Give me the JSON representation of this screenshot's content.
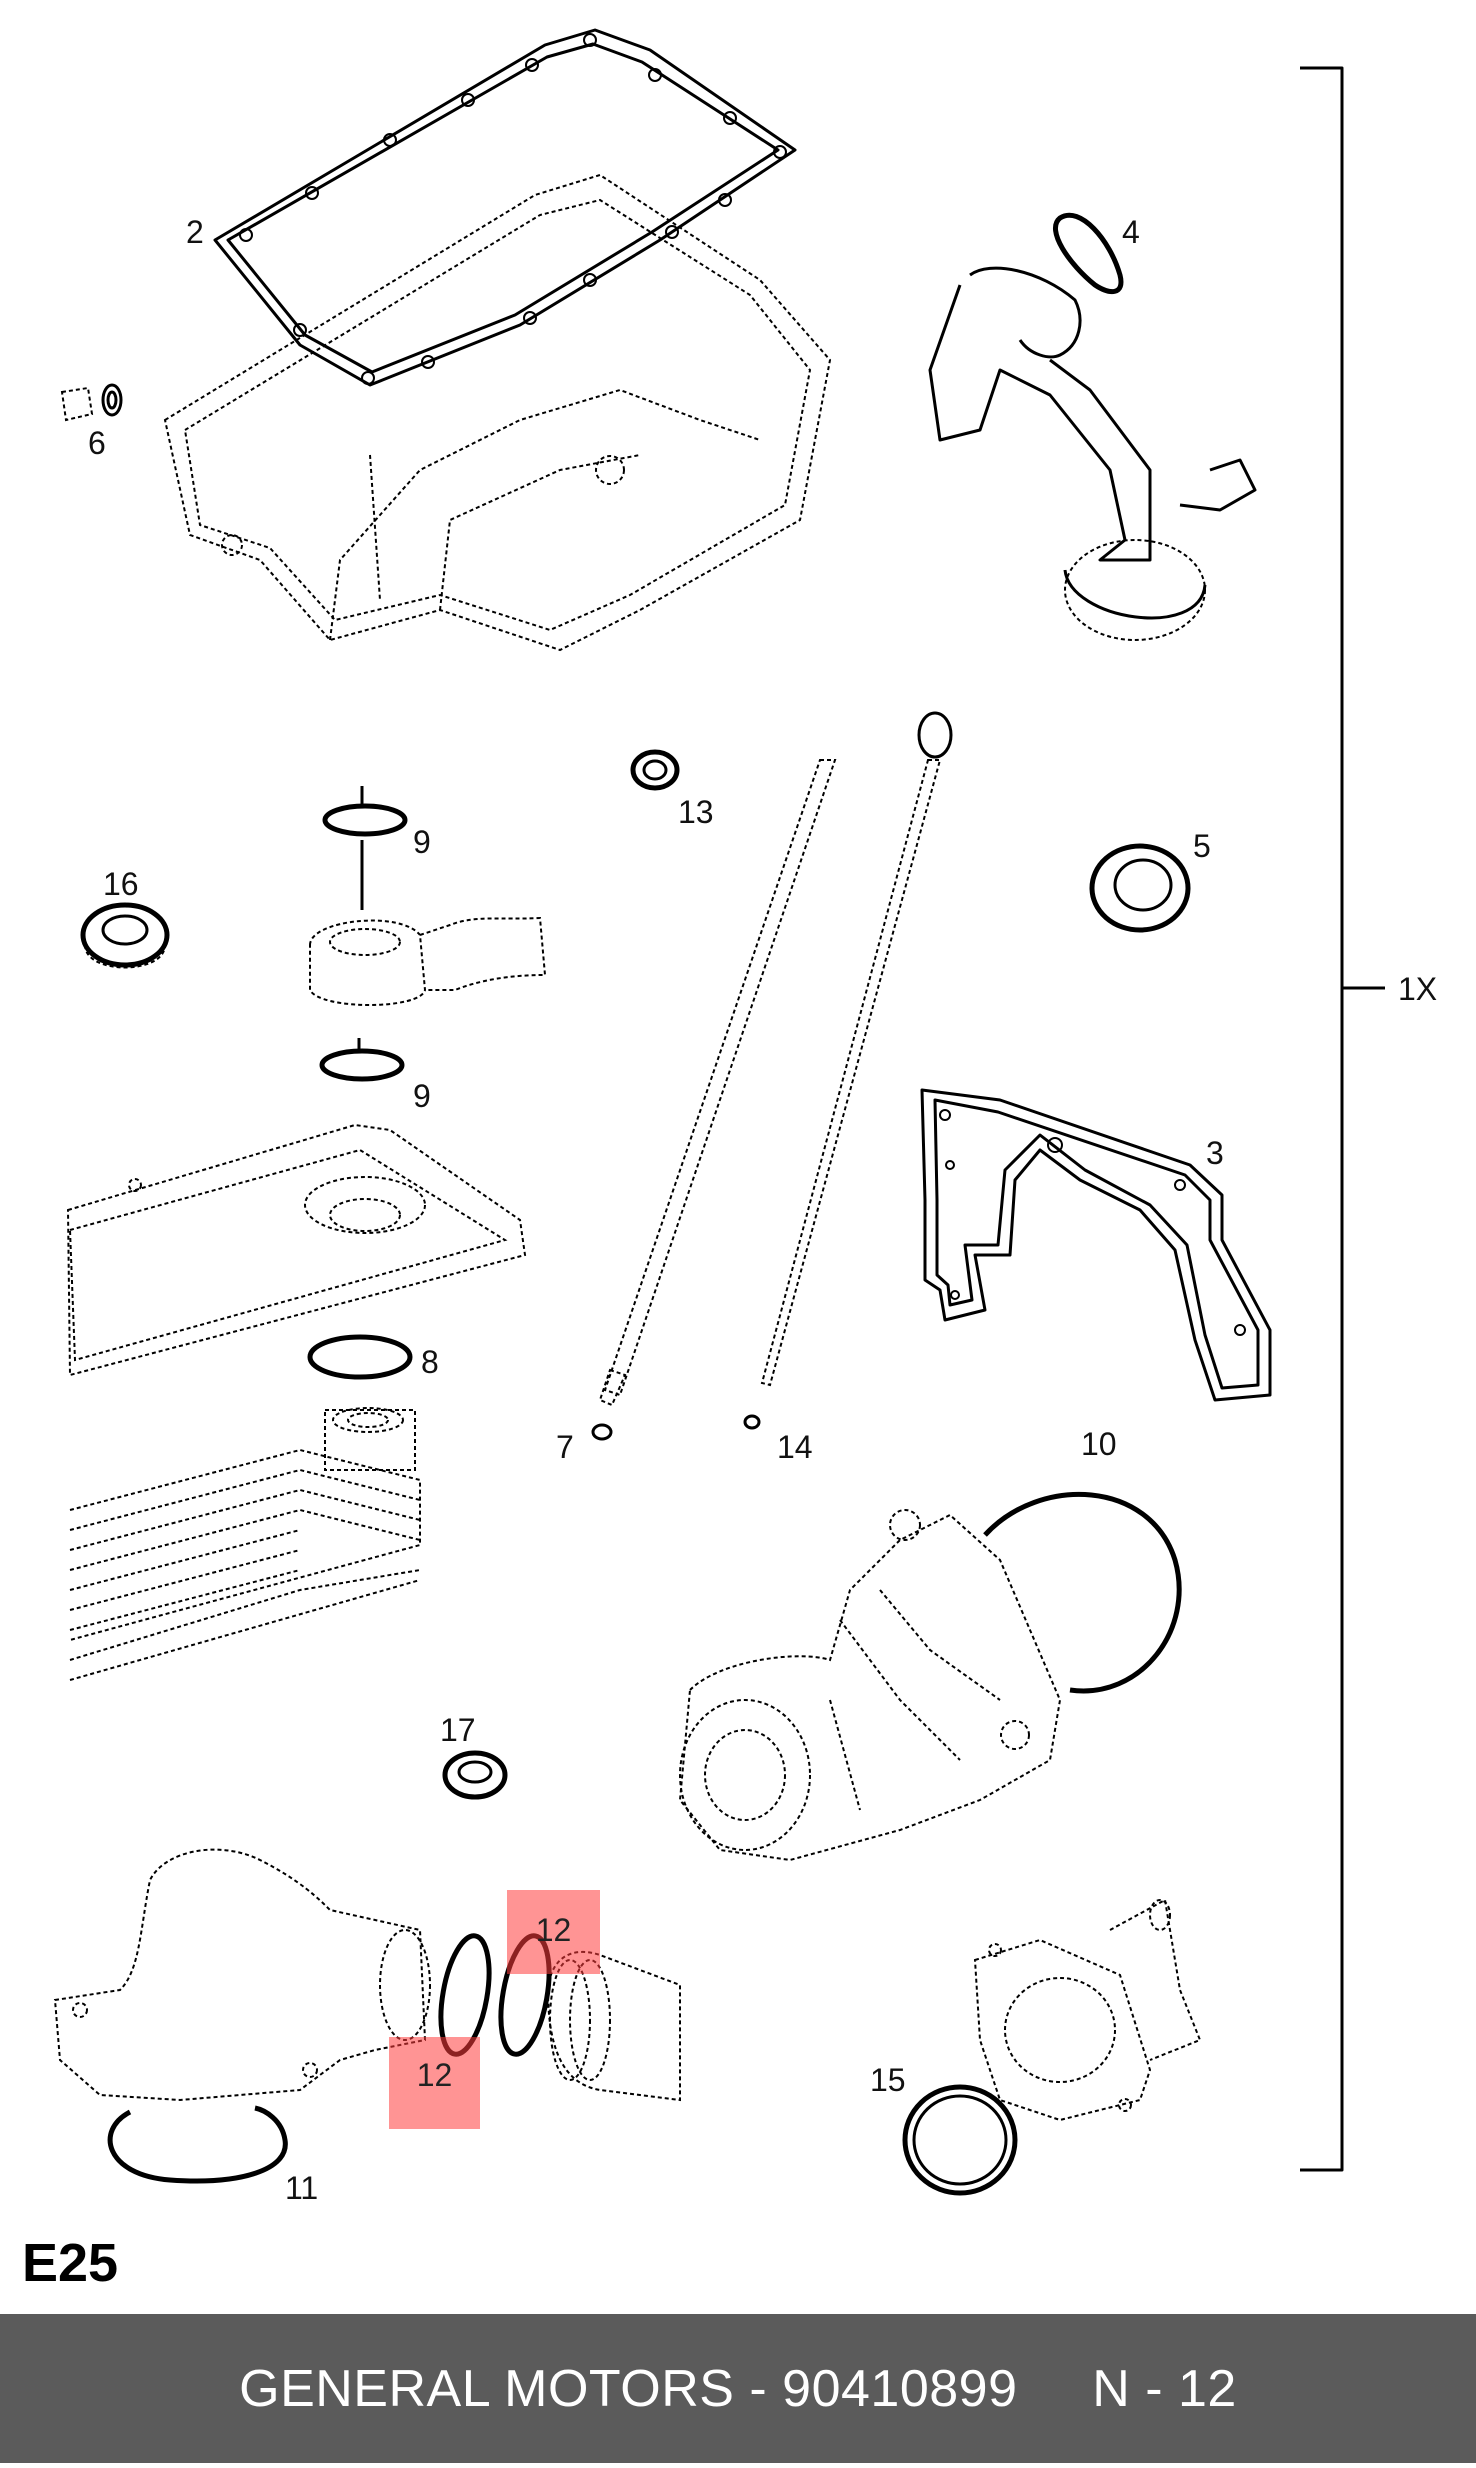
{
  "diagram": {
    "code": "E25",
    "kit_label": "1X",
    "callouts": {
      "p2": "2",
      "p4": "4",
      "p6": "6",
      "p9a": "9",
      "p9b": "9",
      "p16": "16",
      "p13": "13",
      "p5": "5",
      "p3": "3",
      "p8": "8",
      "p7": "7",
      "p14": "14",
      "p10": "10",
      "p17": "17",
      "p12a": "12",
      "p12b": "12",
      "p11": "11",
      "p15": "15"
    },
    "highlight_color": "#ff3c3c"
  },
  "footer": {
    "text": "GENERAL MOTORS - 90410899     N - 12",
    "background": "#5b5b5b"
  }
}
